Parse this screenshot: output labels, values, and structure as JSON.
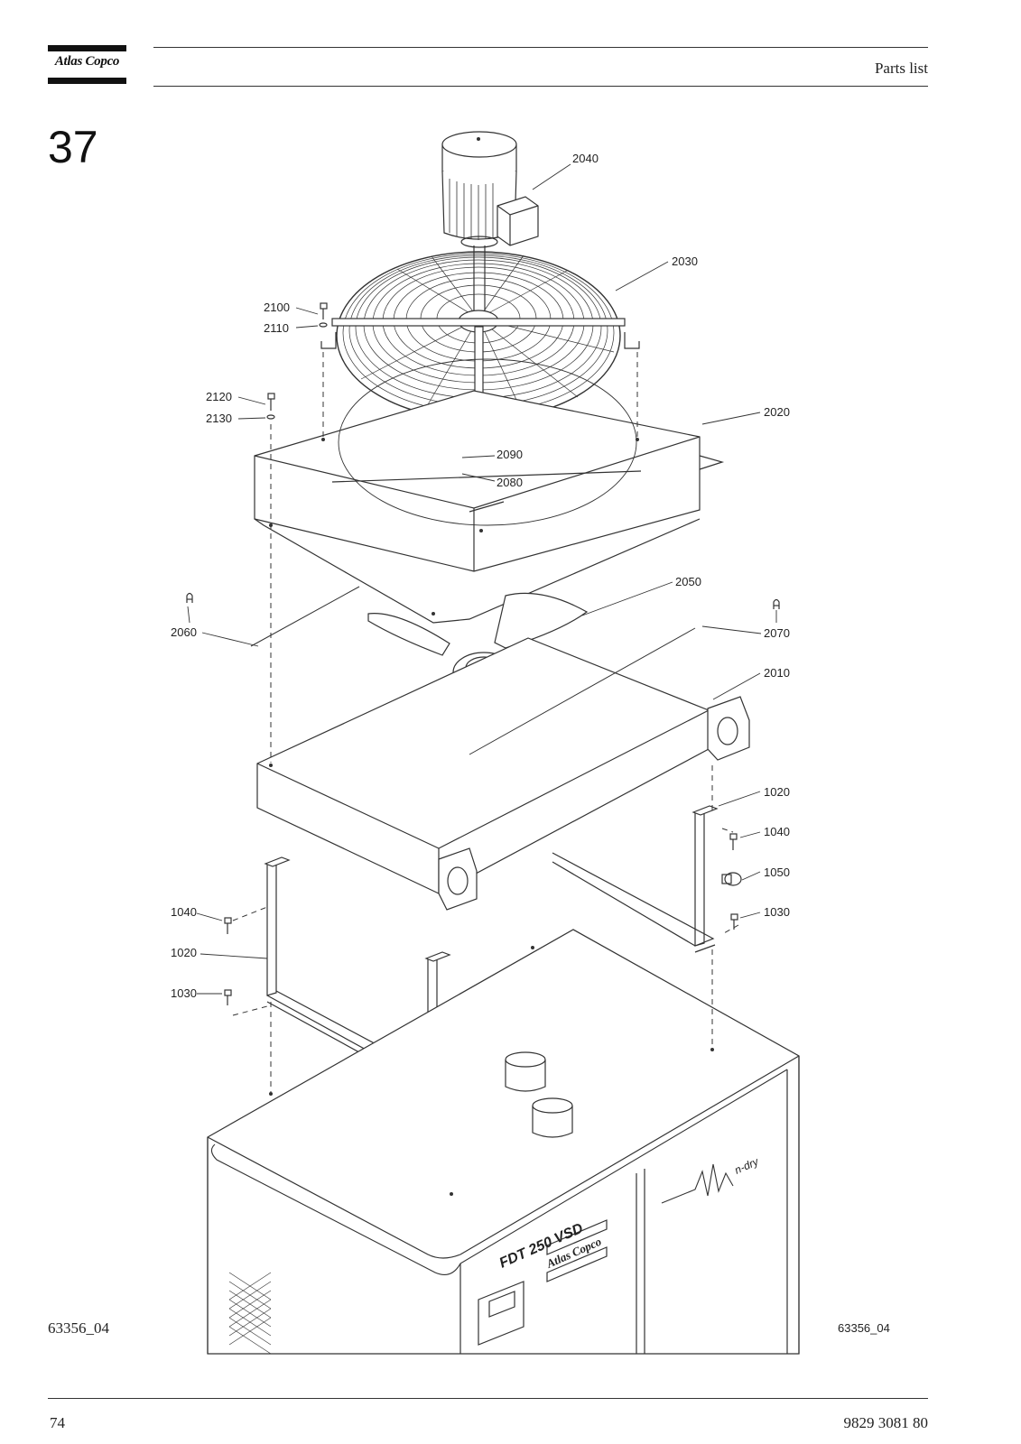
{
  "header": {
    "brand": "Atlas Copco",
    "section_title": "Parts list"
  },
  "chapter_number": "37",
  "figure": {
    "ref_left": "63356_04",
    "ref_right": "63356_04",
    "product_label": "FDT 250 VSD",
    "product_brand": "Atlas Copco",
    "product_logo": "n-dry",
    "callouts": {
      "c2040": "2040",
      "c2030": "2030",
      "c2100": "2100",
      "c2110": "2110",
      "c2120": "2120",
      "c2130": "2130",
      "c2020": "2020",
      "c2090": "2090",
      "c2080": "2080",
      "c2050": "2050",
      "c2060": "2060",
      "c2070": "2070",
      "c2010": "2010",
      "c1020a": "1020",
      "c1040a": "1040",
      "c1050": "1050",
      "c1030a": "1030",
      "c1040b": "1040",
      "c1020b": "1020",
      "c1030b": "1030"
    }
  },
  "footer": {
    "page_number": "74",
    "document_number": "9829 3081 80"
  }
}
